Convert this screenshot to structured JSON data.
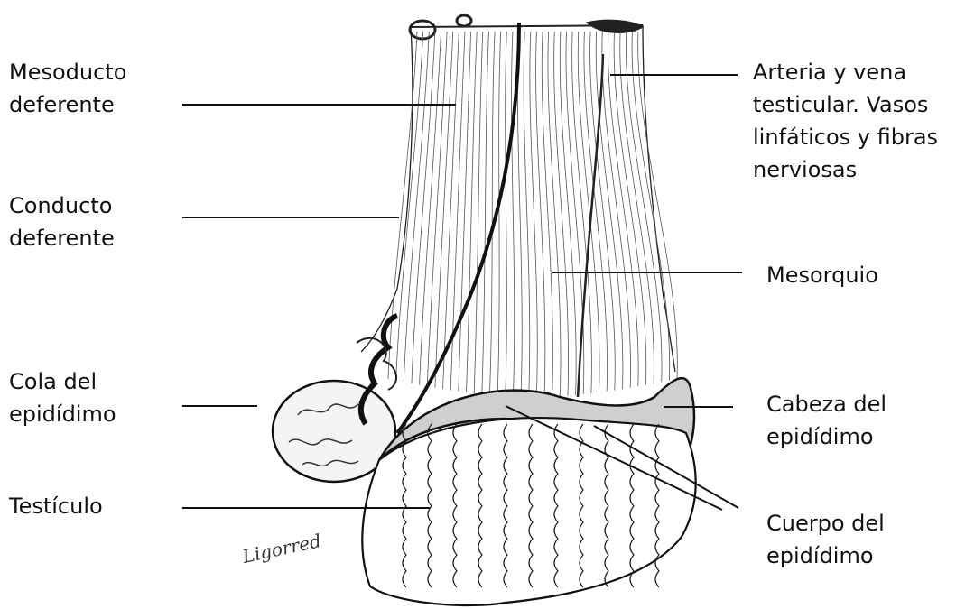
{
  "labels": {
    "mesoducto": [
      "Mesoducto",
      "deferente"
    ],
    "conducto": [
      "Conducto",
      "deferente"
    ],
    "cola": [
      "Cola del",
      "epidídimo"
    ],
    "testiculo": [
      "Testículo"
    ],
    "arteria": [
      "Arteria y vena",
      "testicular. Vasos",
      "linfáticos y fibras",
      "nerviosas"
    ],
    "mesorquio": [
      "Mesorquio"
    ],
    "cabeza": [
      "Cabeza del",
      "epidídimo"
    ],
    "cuerpo": [
      "Cuerpo del",
      "epidídimo"
    ]
  },
  "signature": "Ligorred",
  "colors": {
    "ink": "#111111",
    "shade": "#c8c8c8",
    "paper": "#ffffff"
  }
}
